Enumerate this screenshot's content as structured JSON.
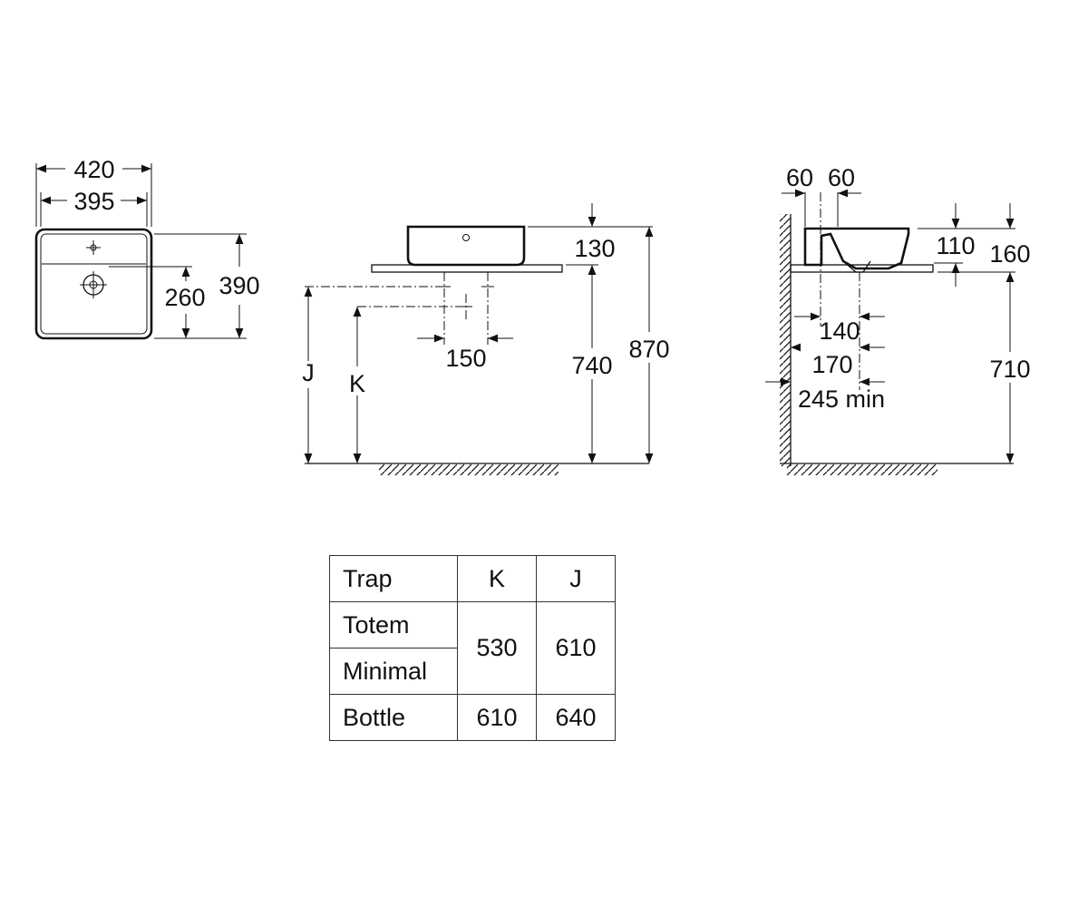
{
  "dimensions": {
    "top_view": {
      "width_outer": "420",
      "width_inner": "395",
      "depth": "390",
      "tap_to_waste": "260"
    },
    "front_view": {
      "basin_height": "130",
      "tap_spacing": "150",
      "worktop_height": "740",
      "overall_height": "870",
      "j_label": "J",
      "k_label": "K"
    },
    "side_view": {
      "tap_left": "60",
      "tap_right": "60",
      "inner_depth": "110",
      "total_height": "160",
      "dim_140": "140",
      "dim_170": "170",
      "wall_min": "245 min",
      "worktop_height": "710"
    }
  },
  "table": {
    "header": {
      "trap": "Trap",
      "k": "K",
      "j": "J"
    },
    "rows": [
      {
        "name": "Totem",
        "k": "530",
        "j": "610"
      },
      {
        "name": "Minimal"
      },
      {
        "name": "Bottle",
        "k": "610",
        "j": "640"
      }
    ]
  }
}
